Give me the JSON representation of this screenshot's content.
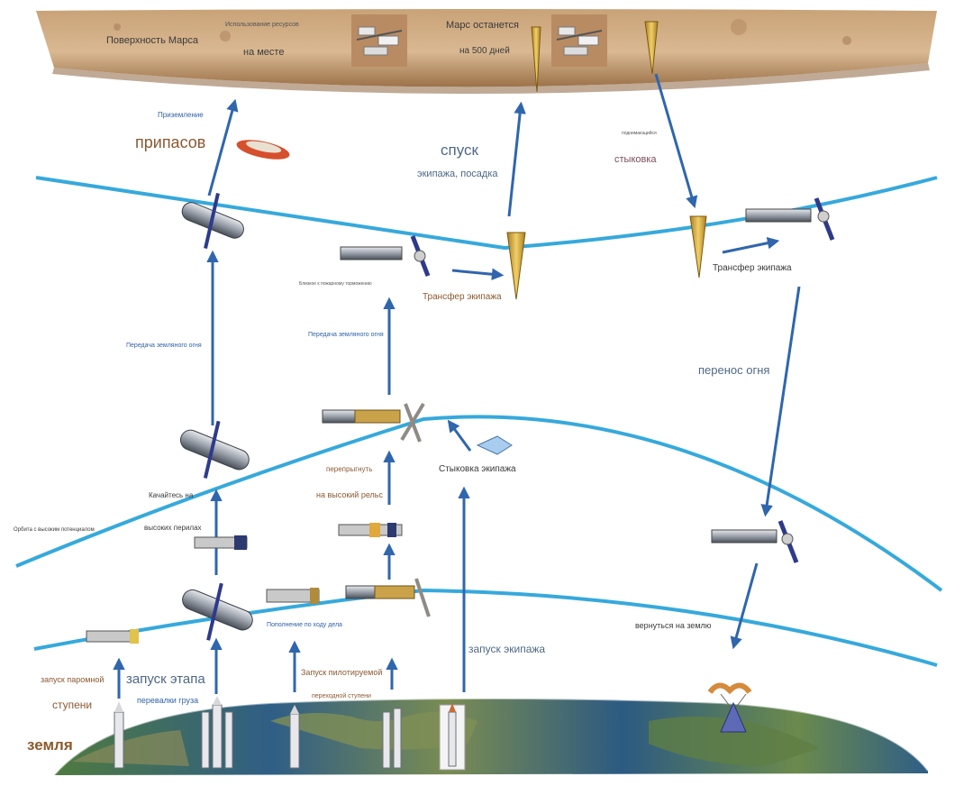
{
  "colors": {
    "orbit": "#36a9dc",
    "arrow": "#2f66ad",
    "mars_top": "#c9a277",
    "mars_mid": "#d9b892",
    "mars_dark": "#9c7249",
    "earth_land": "#6d8a4a",
    "earth_sea": "#2f5e86"
  },
  "labels": {
    "mars_surface": "Поверхность Марса",
    "isru_1": "Использование ресурсов",
    "isru_2": "на месте",
    "mars_stay_1": "Марс останется",
    "mars_stay_2": "на 500 дней",
    "landing": "Приземление",
    "supplies": "припасов",
    "descent_1": "спуск",
    "descent_2": "экипажа, посадка",
    "ascending": "поднимающийся",
    "docking": "стыковка",
    "crew_transfer_1": "Трансфер экипажа",
    "crew_transfer_2": "Трансфер экипажа",
    "close_to_orbit": "Близкое к пожарному торможению",
    "tmi_1": "Передача земляного огня",
    "tmi_2": "Передача земляного огня",
    "fire_transfer": "перенос огня",
    "jump_1": "перепрыгнуть",
    "jump_2": "на высокий рельс",
    "crew_docking": "Стыковка экипажа",
    "swing_1": "Качайтесь на",
    "swing_2": "высоких перилах",
    "high_orbit": "Орбита с высоким потенциалом",
    "refuel": "Пополнение по ходу дела",
    "return_earth": "вернуться на землю",
    "crew_launch": "запуск экипажа",
    "ferry_1": "запуск паромной",
    "ferry_2": "ступени",
    "stage_launch": "запуск этапа",
    "cargo": "перевалки груза",
    "crewed_launch_1": "Запуск пилотируемой",
    "crewed_launch_2": "переходной ступени",
    "earth": "земля"
  }
}
